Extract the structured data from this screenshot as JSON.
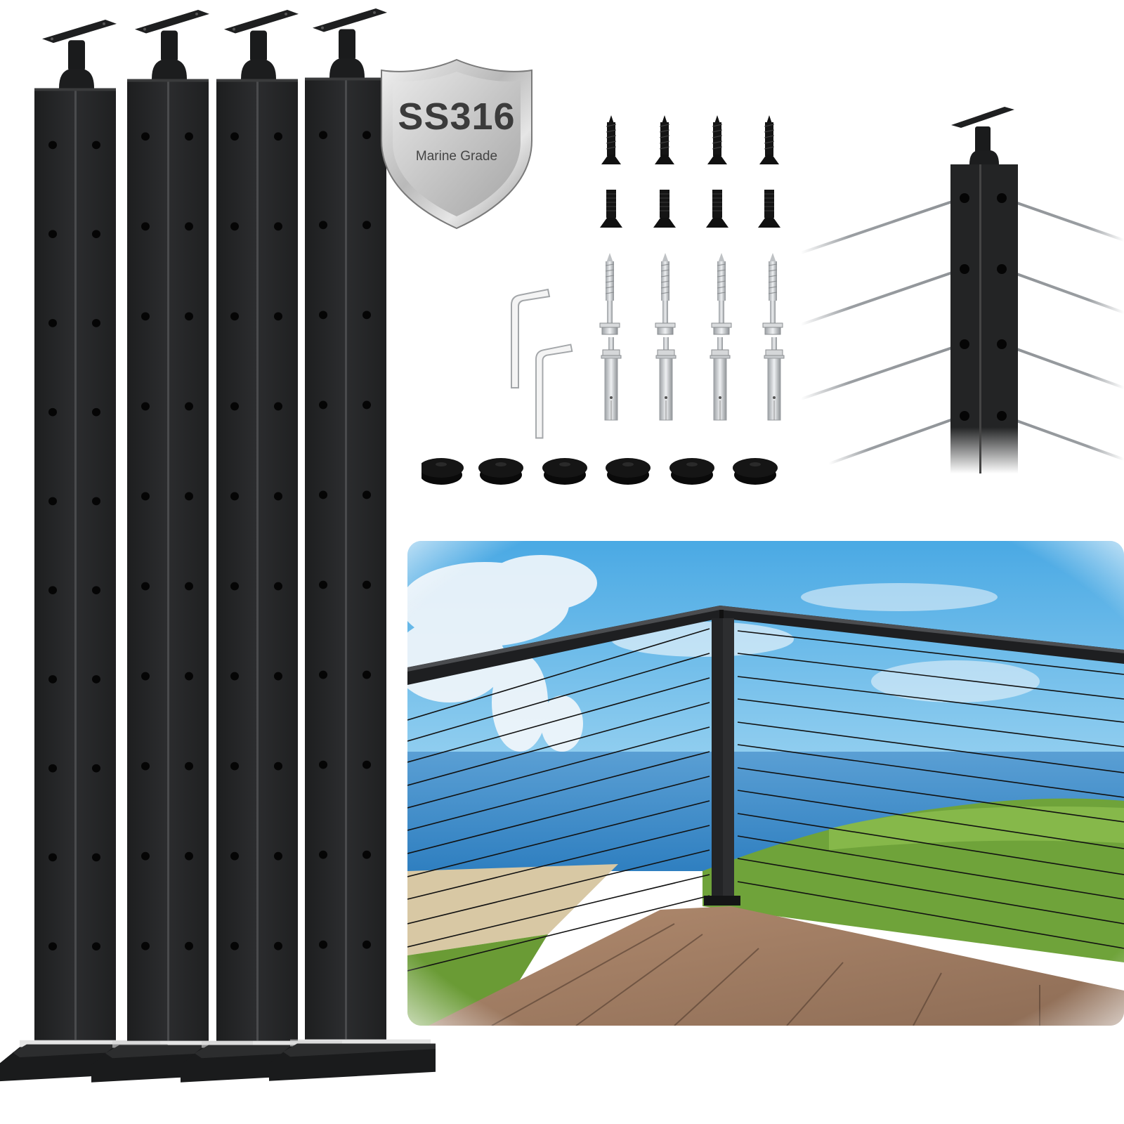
{
  "product": {
    "description": "Black stainless steel cable railing posts kit",
    "post_count": 4,
    "holes_per_post_face": 10,
    "colors": {
      "post": "#252627",
      "post_edge": "#3a3b3d",
      "hole": "#050505",
      "hardware_black": "#111111",
      "hardware_silver": "#c8cbce",
      "sky": "#5ab3e6",
      "sea": "#3a8fcb",
      "grass": "#6fa33a",
      "deck": "#9c7a60"
    }
  },
  "badge": {
    "title": "SS316",
    "subtitle": "Marine Grade",
    "icon": "shield-icon"
  },
  "hardware": {
    "wood_screws": 4,
    "countersunk_bolts": 4,
    "lag_screws": 4,
    "expansion_anchors": 4,
    "hex_keys": 2,
    "rubber_grommets": 6
  },
  "detail_view": {
    "label": "corner-post-with-cables",
    "cable_rows": 4
  },
  "scene": {
    "label": "deck-railing-ocean-view",
    "cable_rows_per_side": 12
  }
}
